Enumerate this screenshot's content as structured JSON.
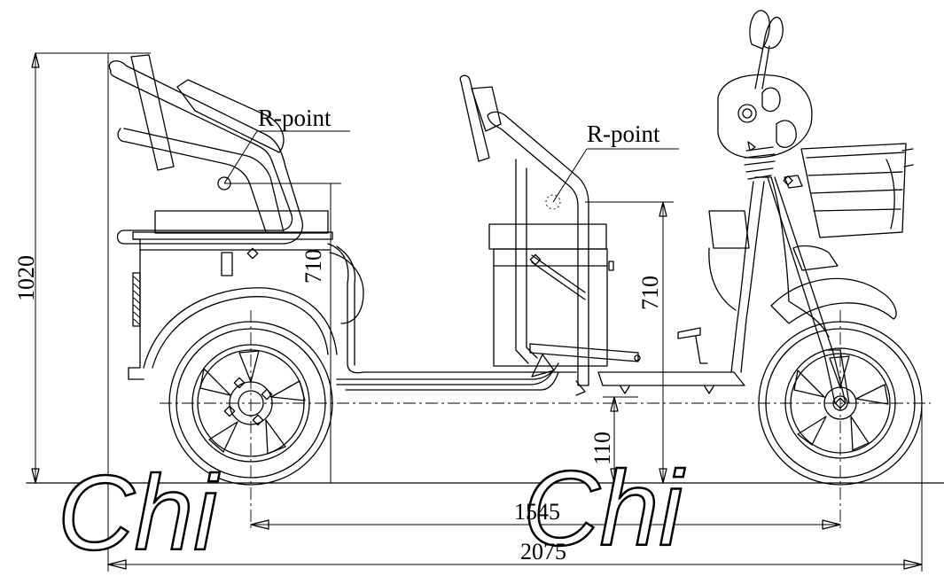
{
  "labels": {
    "r_point_rear": "R-point",
    "r_point_front": "R-point"
  },
  "dimensions": {
    "overall_height": "1020",
    "rear_seat_height": "710",
    "front_seat_height": "710",
    "ground_clearance": "110",
    "wheelbase": "1545",
    "overall_length": "2075"
  },
  "watermark": {
    "left": "Chi",
    "right": "Chi"
  }
}
